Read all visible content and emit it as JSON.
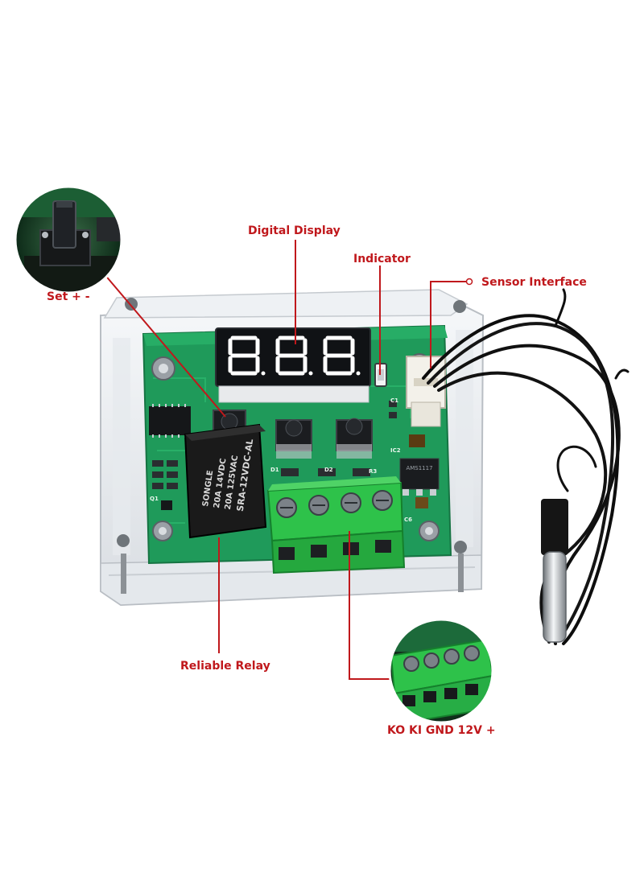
{
  "labels": {
    "digital_display": "Digital Display",
    "indicator": "Indicator",
    "sensor_interface": "Sensor Interface",
    "set_button": "Set + -",
    "reliable_relay": "Reliable Relay",
    "terminal_pins": "KO KI GND 12V +"
  },
  "relay_text": {
    "brand": "SONGLE",
    "rating_dc": "20A 14VDC",
    "rating_ac": "20A 125VAC",
    "model": "SRA-12VDC-AL"
  },
  "silkscreen": {
    "d1": "D1",
    "d2": "D2",
    "r3": "R3",
    "ic2": "IC2",
    "c1": "C1",
    "c6": "C6",
    "q1": "Q1",
    "regulator": "AMS1117"
  },
  "colors": {
    "callout": "#c0181c",
    "pcb": "#1f9a5a",
    "terminal": "#2ec24a",
    "display_segment": "#ffffff",
    "relay_body": "#1a1a1a"
  }
}
